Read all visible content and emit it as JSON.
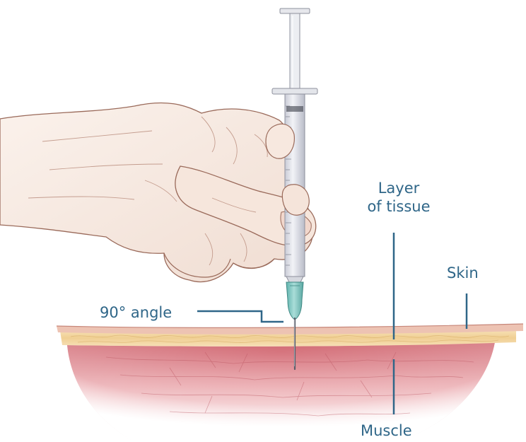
{
  "labels": {
    "layer_of_tissue_line1": "Layer",
    "layer_of_tissue_line2": "of tissue",
    "skin": "Skin",
    "angle": "90° angle",
    "muscle": "Muscle"
  },
  "colors": {
    "label_text": "#2f6688",
    "leader_line": "#2f6688",
    "skin_surface": "#e9b5a6",
    "fat_layer": "#f3d9a8",
    "muscle": "#d9707a",
    "syringe_barrel": "#e4e6ec",
    "needle_hub": "#7fc7c2"
  },
  "icons": {
    "hand": "hand-illustration",
    "syringe": "syringe-illustration",
    "needle": "needle-illustration"
  }
}
